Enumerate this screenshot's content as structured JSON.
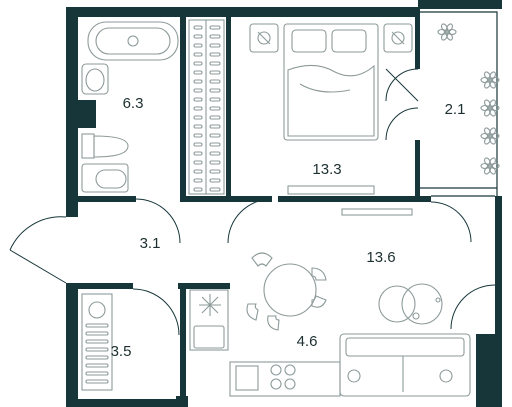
{
  "rooms": [
    {
      "id": "bathroom",
      "area": "6.3"
    },
    {
      "id": "bedroom",
      "area": "13.3"
    },
    {
      "id": "balcony",
      "area": "2.1"
    },
    {
      "id": "hallway",
      "area": "3.1"
    },
    {
      "id": "living-room",
      "area": "13.6"
    },
    {
      "id": "wardrobe",
      "area": "3.5"
    },
    {
      "id": "kitchen",
      "area": "4.6"
    }
  ],
  "colors": {
    "wall": "#17363a",
    "furniture": "#8d9a9a",
    "label": "#1d2f30",
    "background": "#ffffff"
  }
}
